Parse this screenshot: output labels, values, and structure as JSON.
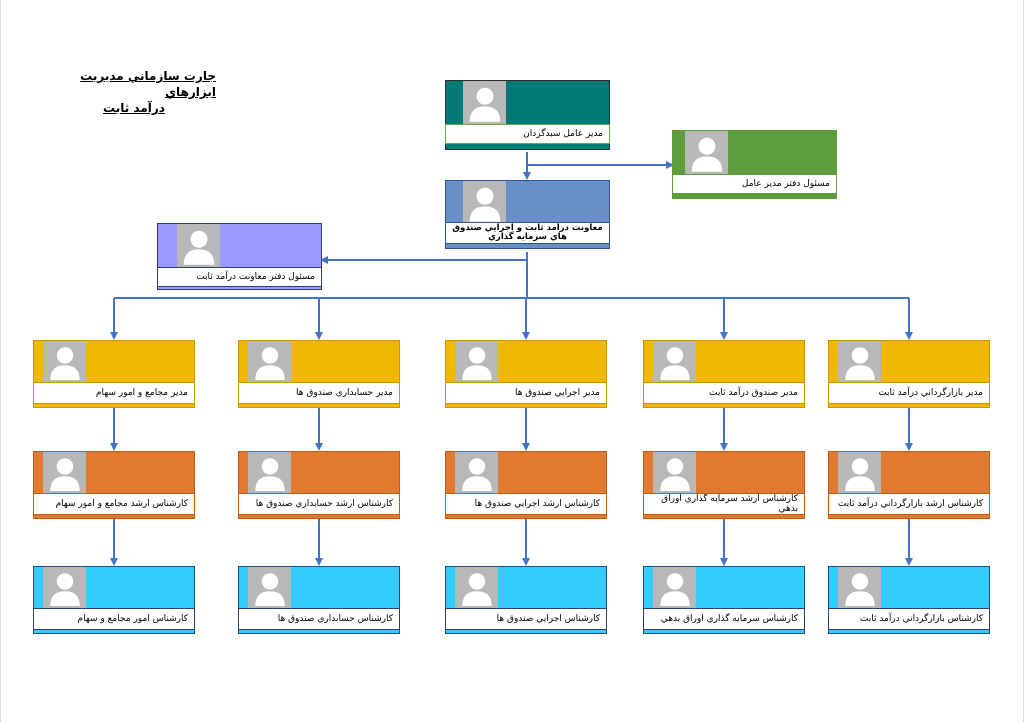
{
  "title": {
    "line1": "جارت سازماني مديريت ابزارهاي",
    "line2": "درآمد ثابت"
  },
  "colors": {
    "ceo": "#007a75",
    "ceo_border": "#6aa84f",
    "office": "#5e9c3e",
    "office_border": "#5e9c3e",
    "deputy": "#6a8fc6",
    "deputy_border": "#2f5597",
    "deputy_office": "#9999ff",
    "deputy_office_border": "#2f3f6f",
    "managers": "#f0b800",
    "managers_border": "#c99600",
    "seniors": "#e07a30",
    "seniors_border": "#c55a11",
    "experts": "#33ccff",
    "experts_border": "#1f4e79",
    "connector": "#4472c4"
  },
  "nodes": {
    "ceo": "مدير عامل سبدگردان",
    "ceo_office": "مسئول دفتر مدير عامل",
    "deputy": "معاونت درآمد ثابت و اجرايي صندوق هاي سرمايه گذاري",
    "deputy_office": "مسئول دفتر معاونت درآمد ثابت",
    "managers": [
      "مدير بازارگرداني درآمد ثابت",
      "مدير صندوق درآمد ثابت",
      "مدير اجرايي صندوق ها",
      "مدير حسابداري صندوق ها",
      "مدير مجامع و امور سهام"
    ],
    "seniors": [
      "كارشناس ارشد بازارگرداني درآمد ثابت",
      "كارشناس ارشد سرمايه گذاري اوراق بدهي",
      "كارشناس ارشد اجرايي صندوق ها",
      "كارشناس ارشد حسابداري صندوق ها",
      "كارشناس ارشد مجامع و امور سهام"
    ],
    "experts": [
      "كارشناس بازارگرداني درآمد ثابت",
      "كارشناس سرمايه گذاري اوراق بدهي",
      "كارشناس اجرايي صندوق ها",
      "كارشناس حسابداري صندوق ها",
      "كارشناس امور مجامع و سهام"
    ]
  }
}
